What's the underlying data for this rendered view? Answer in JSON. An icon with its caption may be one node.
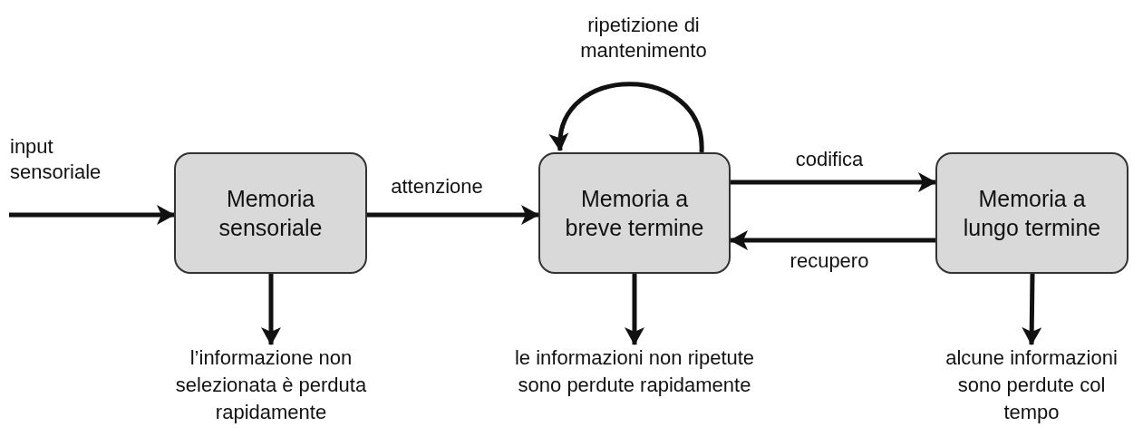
{
  "diagram": {
    "nodes": [
      {
        "text": [
          "Memoria sensoriale"
        ]
      },
      {
        "text": [
          "Memoria a breve termine"
        ]
      },
      {
        "text": [
          "Memoria a lungo termine"
        ]
      },
      {
        "text": [
          "l’informazione non selezionata è perduta rapidamente"
        ]
      },
      {
        "text": [
          "le informazioni non ripetute sono perdute rapidamente"
        ]
      },
      {
        "text": [
          "alcune informazioni sono perdute col tempo"
        ]
      }
    ],
    "edges": [
      {
        "from": null,
        "to": 0,
        "arrow": "to",
        "label": "input sensoriale"
      },
      {
        "from": 0,
        "to": 1,
        "arrow": "to",
        "label": "attenzione"
      },
      {
        "from": 1,
        "to": 1,
        "arrow": "to",
        "label": "ripetizione di mantenimento"
      },
      {
        "from": 1,
        "to": 2,
        "arrow": "to",
        "label": "codifica"
      },
      {
        "from": 2,
        "to": 1,
        "arrow": "to",
        "label": "recupero"
      },
      {
        "from": 0,
        "to": 3,
        "arrow": "to"
      },
      {
        "from": 1,
        "to": 4,
        "arrow": "to"
      },
      {
        "from": 2,
        "to": 5,
        "arrow": "to"
      }
    ]
  }
}
